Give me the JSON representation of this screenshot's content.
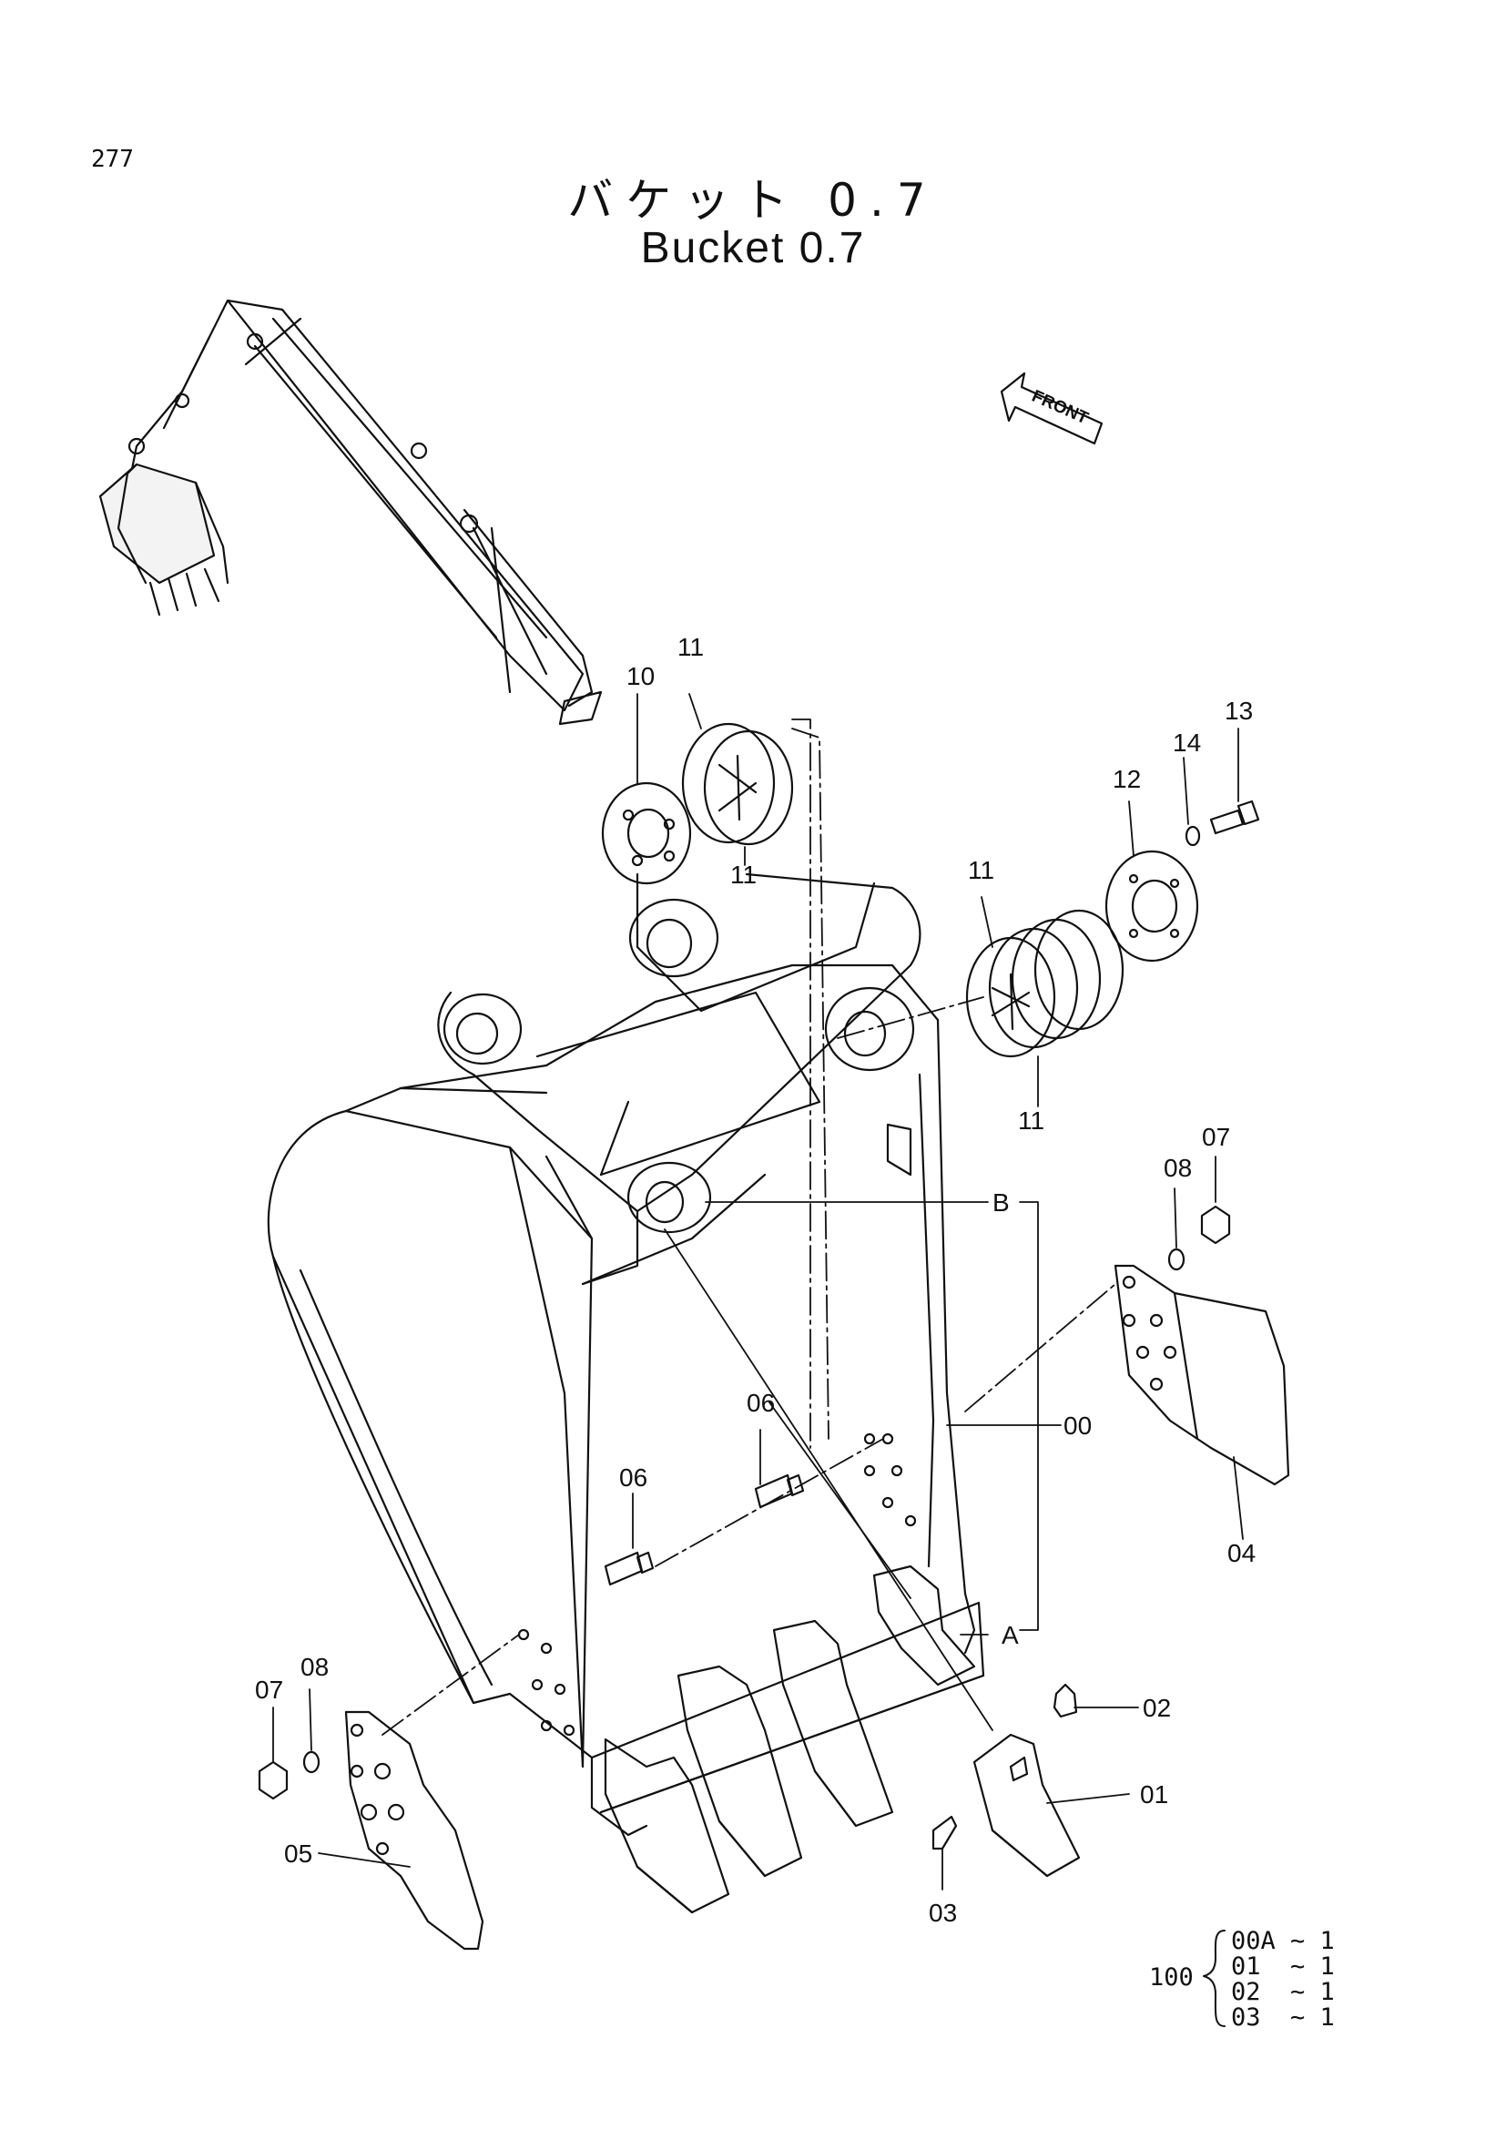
{
  "page_number": "277",
  "title_jp": "バケット 0.7",
  "title_en": "Bucket 0.7",
  "front_label": "FRONT",
  "callouts": [
    "00",
    "01",
    "02",
    "03",
    "04",
    "05",
    "06",
    "06",
    "07",
    "07",
    "08",
    "08",
    "10",
    "11",
    "11",
    "11",
    "11",
    "12",
    "13",
    "14"
  ],
  "refs": [
    "A",
    "B"
  ],
  "set_note": {
    "qty": "100",
    "items": [
      "00A ~ 1",
      "01  ~ 1",
      "02  ~ 1",
      "03  ~ 1"
    ]
  }
}
